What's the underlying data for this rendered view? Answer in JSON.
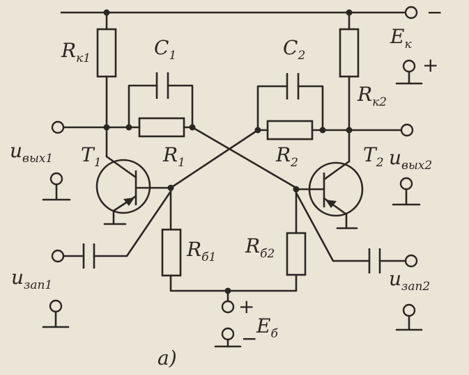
{
  "labels": {
    "rk1": {
      "main": "R",
      "sub": "к1"
    },
    "rk2": {
      "main": "R",
      "sub": "к2"
    },
    "c1": {
      "main": "C",
      "sub": "1"
    },
    "c2": {
      "main": "C",
      "sub": "2"
    },
    "r1": {
      "main": "R",
      "sub": "1"
    },
    "r2": {
      "main": "R",
      "sub": "2"
    },
    "t1": {
      "main": "T",
      "sub": "1"
    },
    "t2": {
      "main": "T",
      "sub": "2"
    },
    "rb1": {
      "main": "R",
      "sub": "б1"
    },
    "rb2": {
      "main": "R",
      "sub": "б2"
    },
    "ek": {
      "main": "E",
      "sub": "к"
    },
    "eb": {
      "main": "E",
      "sub": "б"
    },
    "uvyh1": {
      "main": "u",
      "sub": "вых1"
    },
    "uvyh2": {
      "main": "u",
      "sub": "вых2"
    },
    "uzap1": {
      "main": "u",
      "sub": "зап1"
    },
    "uzap2": {
      "main": "u",
      "sub": "зап2"
    }
  },
  "signs": {
    "ek_minus": "−",
    "ek_plus": "+",
    "eb_plus": "+",
    "eb_minus": "−"
  },
  "caption": "а)"
}
